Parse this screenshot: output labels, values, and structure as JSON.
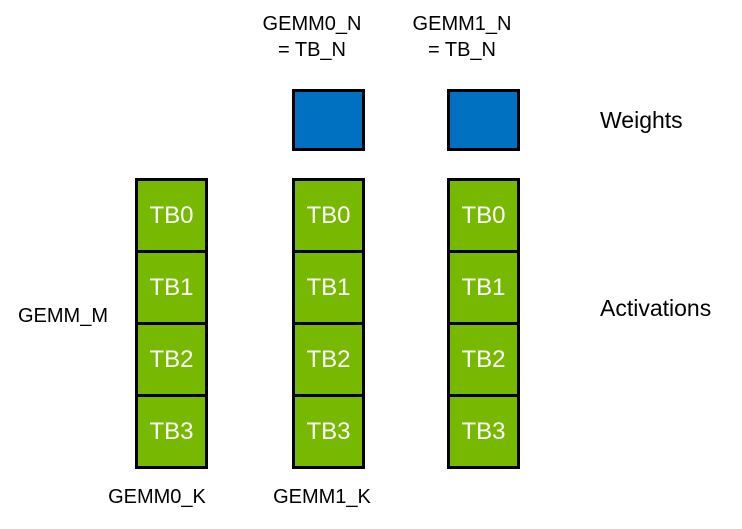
{
  "diagram": {
    "colors": {
      "background": "#ffffff",
      "weights_fill": "#0070C0",
      "activations_fill": "#76B900",
      "border": "#000000",
      "tb_text": "#ffffff",
      "label_text": "#000000"
    },
    "top_labels": [
      {
        "line1": "GEMM0_N",
        "line2": "= TB_N"
      },
      {
        "line1": "GEMM1_N",
        "line2": "= TB_N"
      }
    ],
    "weights_label": "Weights",
    "activations_label": "Activations",
    "gemm_m_label": "GEMM_M",
    "bottom_labels": [
      "GEMM0_K",
      "GEMM1_K"
    ],
    "columns": [
      {
        "cells": [
          "TB0",
          "TB1",
          "TB2",
          "TB3"
        ]
      },
      {
        "cells": [
          "TB0",
          "TB1",
          "TB2",
          "TB3"
        ]
      },
      {
        "cells": [
          "TB0",
          "TB1",
          "TB2",
          "TB3"
        ]
      }
    ]
  }
}
